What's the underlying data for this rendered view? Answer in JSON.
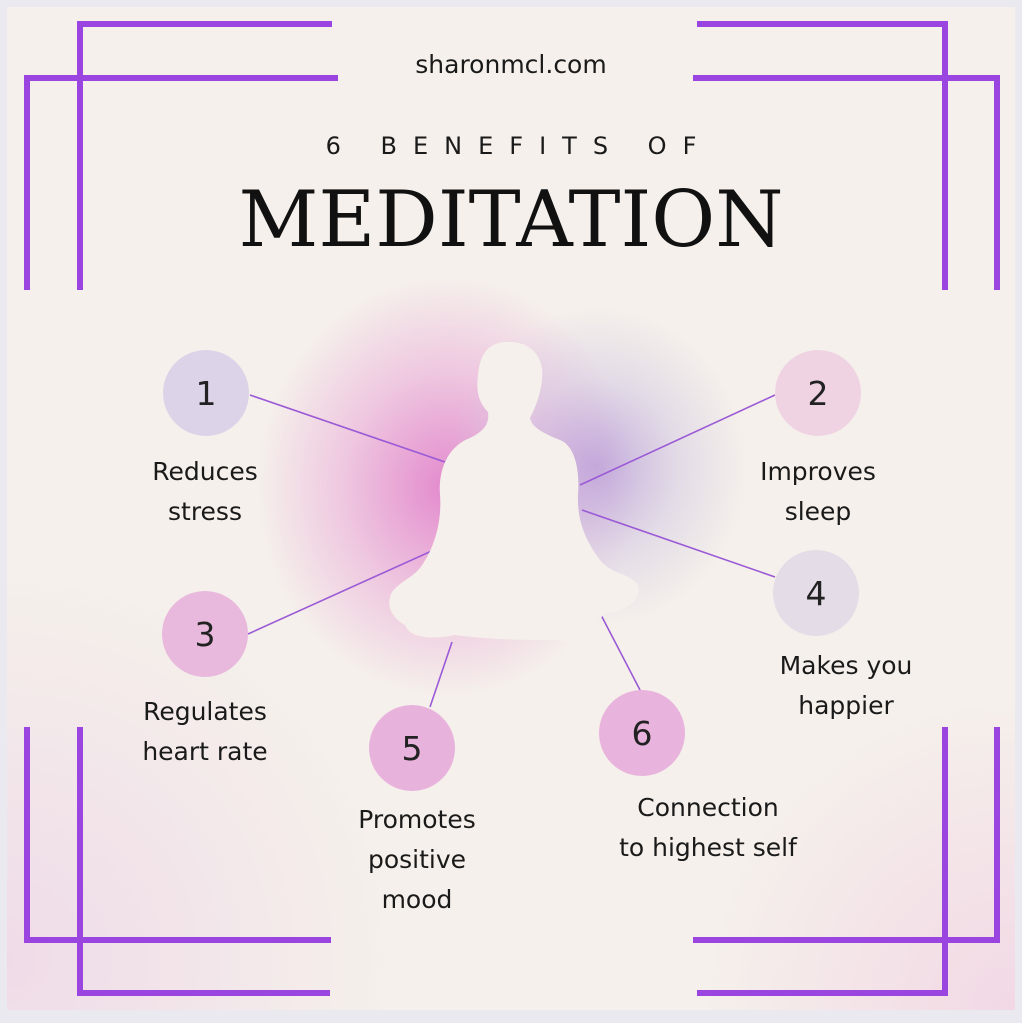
{
  "header": {
    "site": "sharonmcl.com",
    "subtitle": "6 BENEFITS OF",
    "title": "MEDITATION"
  },
  "colors": {
    "accent": "#9b45e0",
    "background": "#f5f0eb",
    "connector": "#9b5ad6"
  },
  "benefits": [
    {
      "number": "1",
      "line1": "Reduces",
      "line2": "stress",
      "color": "#ddd3e8"
    },
    {
      "number": "2",
      "line1": "Improves",
      "line2": "sleep",
      "color": "#f0d3e3"
    },
    {
      "number": "3",
      "line1": "Regulates",
      "line2": "heart rate",
      "color": "#e8b9dc"
    },
    {
      "number": "4",
      "line1": "Makes you",
      "line2": "happier",
      "color": "#e4dce6"
    },
    {
      "number": "5",
      "line1": "Promotes",
      "line2": "positive",
      "line3": "mood",
      "color": "#e7b3dc"
    },
    {
      "number": "6",
      "line1": "Connection",
      "line2": "to highest self",
      "color": "#e8b3dc"
    }
  ]
}
